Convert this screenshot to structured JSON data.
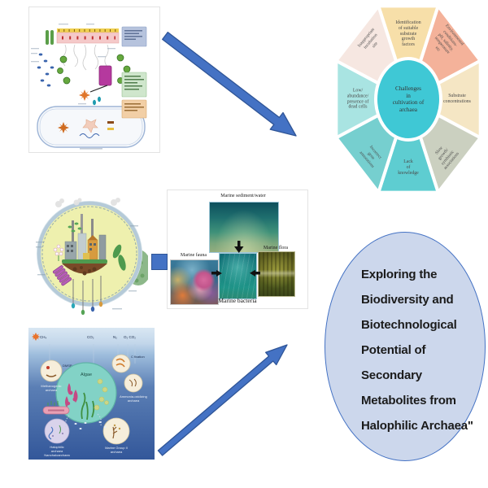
{
  "colors": {
    "arrow_fill": "#4472c4",
    "arrow_stroke": "#2f5597",
    "connector_square": "#4472c4",
    "ellipse_fill": "#ccd7ec",
    "ellipse_stroke": "#4472c4"
  },
  "challenges_octagon": {
    "center_label": "Challenges\nin\ncultivation of\narchaea",
    "center_color": "#3fc8d5",
    "petals": {
      "top": {
        "label": "Identification\nof suitable\nsubstrate\ngrowth\nfactors",
        "color": "#f7dfa9"
      },
      "top_right": {
        "label": "Environmental\nconditions-\npH, salinity,\ntemperature\netc",
        "color": "#f4b29a"
      },
      "right": {
        "label": "Substrate\nconcentrations",
        "color": "#f5e6c4"
      },
      "bottom_right": {
        "label": "Slow\ngrowth/\nsymbiotic\nassociations",
        "color": "#cbd0c0"
      },
      "bottom": {
        "label": "Lack\nof\nknowledge",
        "color": "#5ecdd1"
      },
      "bottom_left": {
        "label": "Incorrect\ngene\nannotations",
        "color": "#76cfcf"
      },
      "left": {
        "label": "Low/\nabundance/\npresence of\ndead cells",
        "color": "#a9e4e2"
      },
      "top_left": {
        "label": "Inappropriate\nincubation\nsite",
        "color": "#f6e7e1"
      }
    }
  },
  "marine_sources": {
    "top_label": "Marine sediment/water",
    "left_label": "Marine fauna",
    "right_label": "Marine flora",
    "bottom_label": "Marine bacteria"
  },
  "ocean_diagram": {
    "gas_ch4": "CH₄",
    "gas_co2": "CO₂",
    "gas_n2": "N₂",
    "gas_o2co2": "O₂ CO₂",
    "c_fixation": "C fixation",
    "dmsp": "DMSP",
    "algae": "Algae",
    "methanogenic": "Methanogenic\narchaea",
    "ammonia": "Ammonia-oxidizing\narchaea",
    "halophilic": "Halophilic\narchaea\nNanohaloarchaea",
    "marine_group": "Marine Group II\narchaea"
  },
  "title_ellipse": {
    "text": "Exploring the\nBiodiversity and\nBiotechnological\nPotential of\nSecondary\nMetabolites from\nHalophilic Archaea\""
  }
}
